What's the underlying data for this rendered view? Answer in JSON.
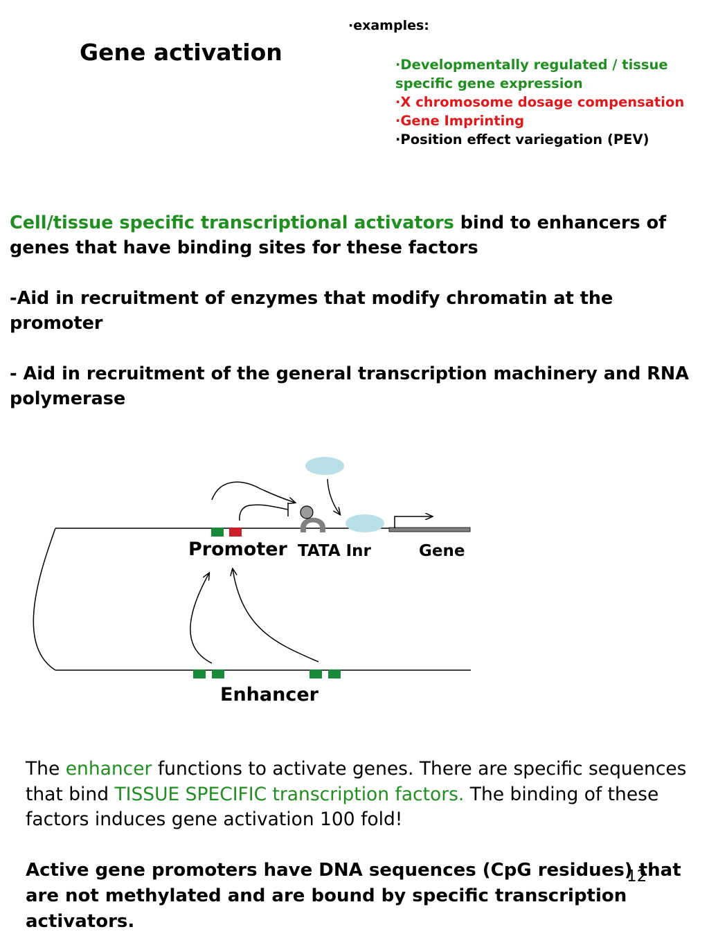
{
  "title": "Gene activation",
  "examples": {
    "heading": "·examples:",
    "items": [
      {
        "text": "·Developmentally regulated / tissue",
        "color": "#1f8f1f"
      },
      {
        "text": "specific gene expression",
        "color": "#1f8f1f"
      },
      {
        "text": "·X chromosome dosage compensation",
        "color": "#e0181b"
      },
      {
        "text": "·Gene Imprinting",
        "color": "#e0181b"
      },
      {
        "text": "·Position effect variegation (PEV)",
        "color": "#000000"
      }
    ]
  },
  "paragraph1": {
    "highlight": "Cell/tissue specific transcriptional activators",
    "rest": " bind to enhancers of genes that have binding sites for these factors"
  },
  "paragraph2": "-Aid in recruitment of enzymes that modify chromatin at the promoter",
  "paragraph3": "- Aid in recruitment of the general transcription machinery and RNA polymerase",
  "diagram": {
    "promoter_label": "Promoter",
    "tata_inr_label": "TATA Inr",
    "gene_label": "Gene",
    "enhancer_label": "Enhancer",
    "colors": {
      "green_box": "#1a8a3a",
      "red_box": "#cc1f2a",
      "factor": "#b9e0e6",
      "polymerase_grey": "#808080"
    }
  },
  "description": {
    "t1": "The ",
    "enhancer": "enhancer",
    "t2": " functions to activate genes. There are specific sequences that bind ",
    "tissue": "TISSUE SPECIFIC transcription factors.",
    "t3": " The binding of these factors induces gene activation 100 fold!"
  },
  "active_promoters": "Active gene promoters have DNA sequences (CpG residues) that are not methylated and are bound by specific transcription activators.",
  "page_number": "12"
}
